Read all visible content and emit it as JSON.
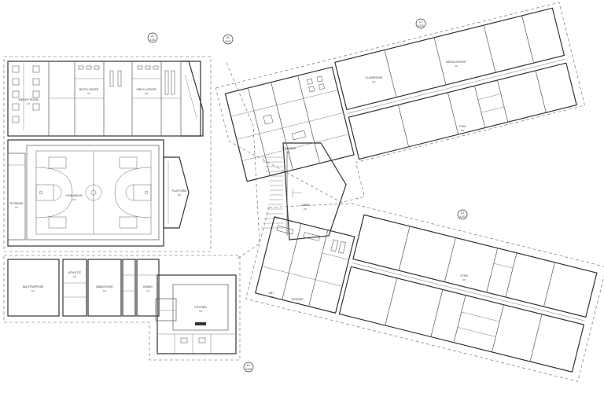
{
  "plan": {
    "title": "",
    "section_tags": [
      {
        "id": "A1",
        "sheet": "A101"
      },
      {
        "id": "B1",
        "sheet": "A102"
      },
      {
        "id": "C1",
        "sheet": "A103"
      },
      {
        "id": "D1",
        "sheet": "A104"
      },
      {
        "id": "E1",
        "sheet": "A105"
      }
    ],
    "rooms": {
      "gym": {
        "label": "GYMNASIUM",
        "num": "100"
      },
      "platform": {
        "label": "PLATFORM",
        "num": "101"
      },
      "locker_boys": {
        "label": "BOYS LOCKER",
        "num": "104"
      },
      "locker_girls": {
        "label": "GIRLS LOCKER",
        "num": "105"
      },
      "weight": {
        "label": "WEIGHT ROOM",
        "num": "102"
      },
      "storage_gym": {
        "label": "STORAGE",
        "num": "103"
      },
      "multipurpose": {
        "label": "MULTIPURPOSE",
        "num": "120"
      },
      "band": {
        "label": "BAND/CHOIR",
        "num": "121"
      },
      "athletic": {
        "label": "ATHLETIC",
        "num": "122"
      },
      "kitchen": {
        "label": "KITCHEN",
        "num": "130"
      },
      "dining": {
        "label": "DINING",
        "num": "131"
      },
      "lobby": {
        "label": "LOBBY",
        "num": "150"
      },
      "commons": {
        "label": "COMMONS",
        "num": "151"
      },
      "media": {
        "label": "MEDIA CENTER",
        "num": "160"
      },
      "art": {
        "label": "ART",
        "num": "170"
      },
      "science": {
        "label": "SCIENCE",
        "num": "171"
      },
      "flex": {
        "label": "FLEX",
        "num": "180"
      },
      "stem": {
        "label": "STEM",
        "num": "181"
      },
      "classroom": {
        "label": "CLASSROOM",
        "num": "200"
      }
    }
  }
}
